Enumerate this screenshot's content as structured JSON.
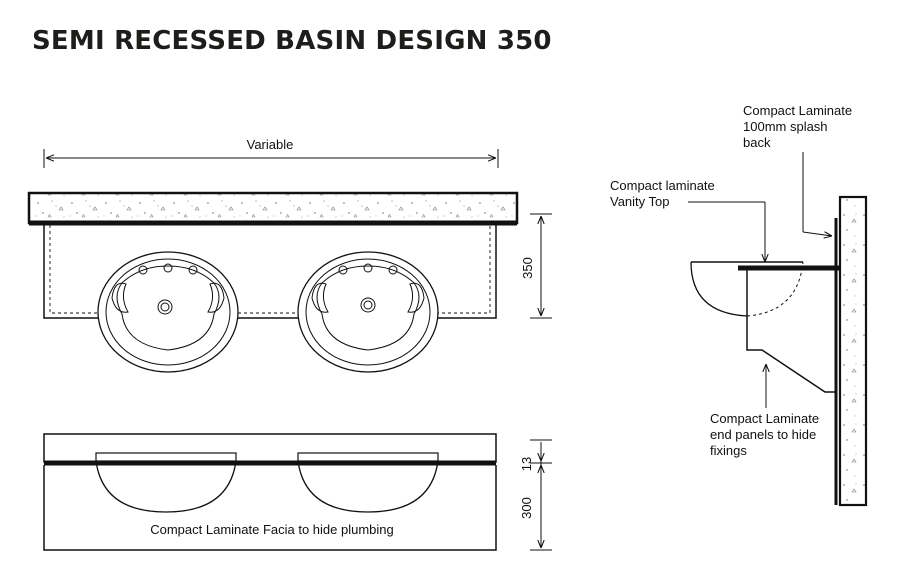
{
  "title": "SEMI RECESSED BASIN DESIGN 350",
  "plan_view": {
    "width_label": "Variable",
    "depth_label": "350"
  },
  "front_view": {
    "dim_top": "13",
    "dim_bottom": "300",
    "facia_label": "Compact Laminate Facia to hide plumbing"
  },
  "side_view": {
    "splash_label": [
      "Compact Laminate",
      "100mm  splash",
      "back"
    ],
    "top_label": [
      "Compact laminate",
      "Vanity Top"
    ],
    "end_panel_label": [
      "Compact Laminate",
      "end panels to hide",
      "fixings"
    ]
  }
}
